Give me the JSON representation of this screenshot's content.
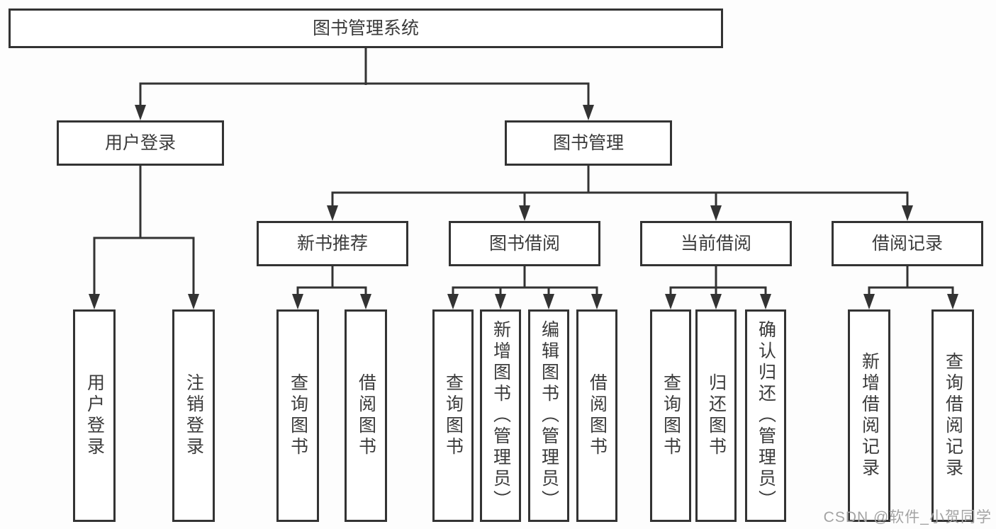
{
  "tree": {
    "label": "图书管理系统",
    "children": [
      {
        "label": "用户登录",
        "children": [
          {
            "label": "用户登录"
          },
          {
            "label": "注销登录"
          }
        ]
      },
      {
        "label": "图书管理",
        "children": [
          {
            "label": "新书推荐",
            "children": [
              {
                "label": "查询图书"
              },
              {
                "label": "借阅图书"
              }
            ]
          },
          {
            "label": "图书借阅",
            "children": [
              {
                "label": "查询图书"
              },
              {
                "label": "新增图书（管理员）"
              },
              {
                "label": "编辑图书（管理员）"
              },
              {
                "label": "借阅图书"
              }
            ]
          },
          {
            "label": "当前借阅",
            "children": [
              {
                "label": "查询图书"
              },
              {
                "label": "归还图书"
              },
              {
                "label": "确认归还（管理员）"
              }
            ]
          },
          {
            "label": "借阅记录",
            "children": [
              {
                "label": "新增借阅记录"
              },
              {
                "label": "查询借阅记录"
              }
            ]
          }
        ]
      }
    ]
  },
  "watermark": {
    "text": "CSDN @软件_小贺同学"
  },
  "colors": {
    "line": "#333333",
    "box_border": "#333333",
    "box_background": "#ffffff",
    "text": "#3b3b3b",
    "watermark": "#a3a3a3"
  }
}
